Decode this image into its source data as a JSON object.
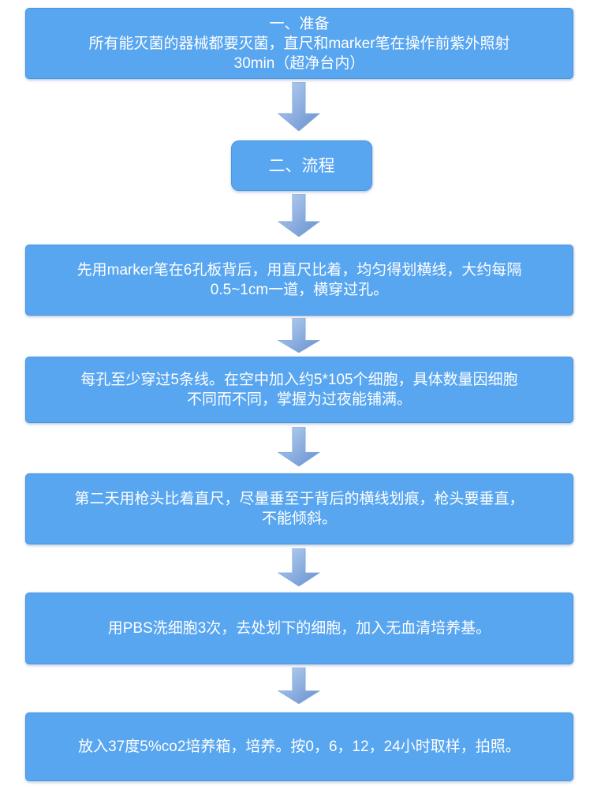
{
  "diagram": {
    "type": "flowchart",
    "background_color": "#ffffff",
    "node_fill_color": "#58a6f0",
    "node_border_color": "#4a92dc",
    "text_color": "#ffffff",
    "arrow_gradient_start": "#bad1f2",
    "arrow_gradient_end": "#6590cf",
    "arrow_icon": "down-arrow-icon",
    "nodes": [
      {
        "id": "prepare-header",
        "lines": [
          "一、准备",
          "所有能灭菌的器械都要灭菌，直尺和marker笔在操作前紫外照射",
          "30min（超净台内）"
        ]
      },
      {
        "id": "process-header",
        "lines": [
          "二、流程"
        ]
      },
      {
        "id": "step-draw-lines",
        "lines": [
          "先用marker笔在6孔板背后，用直尺比着，均匀得划横线，大约每隔",
          "0.5~1cm一道，横穿过孔。"
        ]
      },
      {
        "id": "step-seed-cells",
        "lines": [
          "每孔至少穿过5条线。在空中加入约5*105个细胞，具体数量因细胞",
          "不同而不同，掌握为过夜能铺满。"
        ]
      },
      {
        "id": "step-scratch",
        "lines": [
          "第二天用枪头比着直尺，尽量垂至于背后的横线划痕，枪头要垂直，",
          "不能倾斜。"
        ]
      },
      {
        "id": "step-wash",
        "lines": [
          "用PBS洗细胞3次，去处划下的细胞，加入无血清培养基。"
        ]
      },
      {
        "id": "step-incubate",
        "lines": [
          "放入37度5%co2培养箱，培养。按0，6，12，24小时取样，拍照。"
        ]
      }
    ],
    "connections": [
      {
        "from": "prepare-header",
        "to": "process-header"
      },
      {
        "from": "process-header",
        "to": "step-draw-lines"
      },
      {
        "from": "step-draw-lines",
        "to": "step-seed-cells"
      },
      {
        "from": "step-seed-cells",
        "to": "step-scratch"
      },
      {
        "from": "step-scratch",
        "to": "step-wash"
      },
      {
        "from": "step-wash",
        "to": "step-incubate"
      }
    ]
  }
}
